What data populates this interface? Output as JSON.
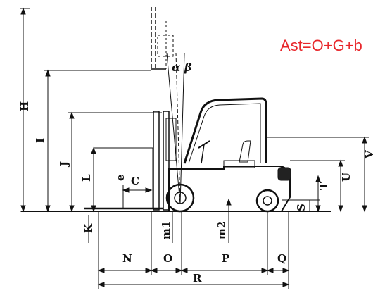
{
  "formula": {
    "text": "Ast=O+G+b",
    "color": "#e8262a"
  },
  "labels": {
    "H": "H",
    "I": "I",
    "J": "J",
    "L": "L",
    "K": "K",
    "C": "C",
    "e": "e",
    "alpha": "α",
    "beta": "β",
    "m1": "m1",
    "m2": "m2",
    "N": "N",
    "O": "O",
    "P": "P",
    "Q": "Q",
    "R": "R",
    "S": "S",
    "T": "T",
    "U": "U",
    "V": "V"
  },
  "icons": {
    "forklift": "forklift-side-view-drawing"
  }
}
